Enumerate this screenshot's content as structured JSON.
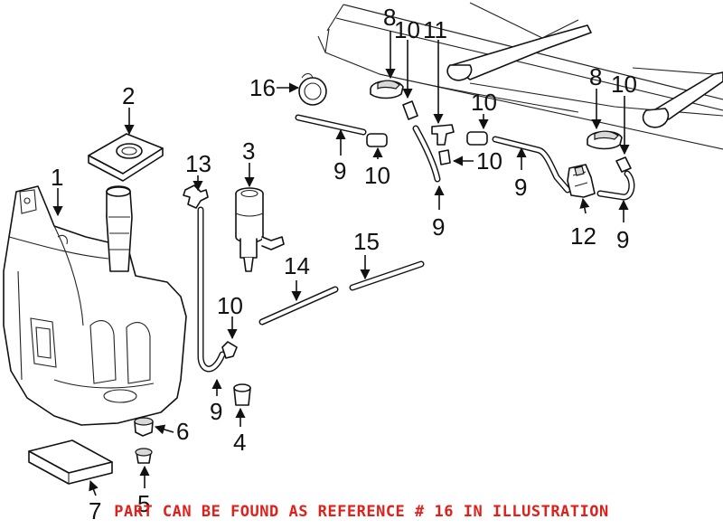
{
  "callouts": {
    "c1": "1",
    "c2": "2",
    "c3": "3",
    "c4": "4",
    "c5": "5",
    "c6": "6",
    "c7": "7",
    "c8a": "8",
    "c8b": "8",
    "c9a": "9",
    "c9b": "9",
    "c9c": "9",
    "c9d": "9",
    "c9e": "9",
    "c10a": "10",
    "c10b": "10",
    "c10c": "10",
    "c10d": "10",
    "c10e": "10",
    "c10f": "10",
    "c11": "11",
    "c12": "12",
    "c13": "13",
    "c14": "14",
    "c15": "15",
    "c16": "16"
  },
  "footer_note": "PART CAN BE FOUND AS REFERENCE # 16 IN ILLUSTRATION",
  "colors": {
    "footer_text": "#e0201b",
    "line_art": "#111111"
  }
}
